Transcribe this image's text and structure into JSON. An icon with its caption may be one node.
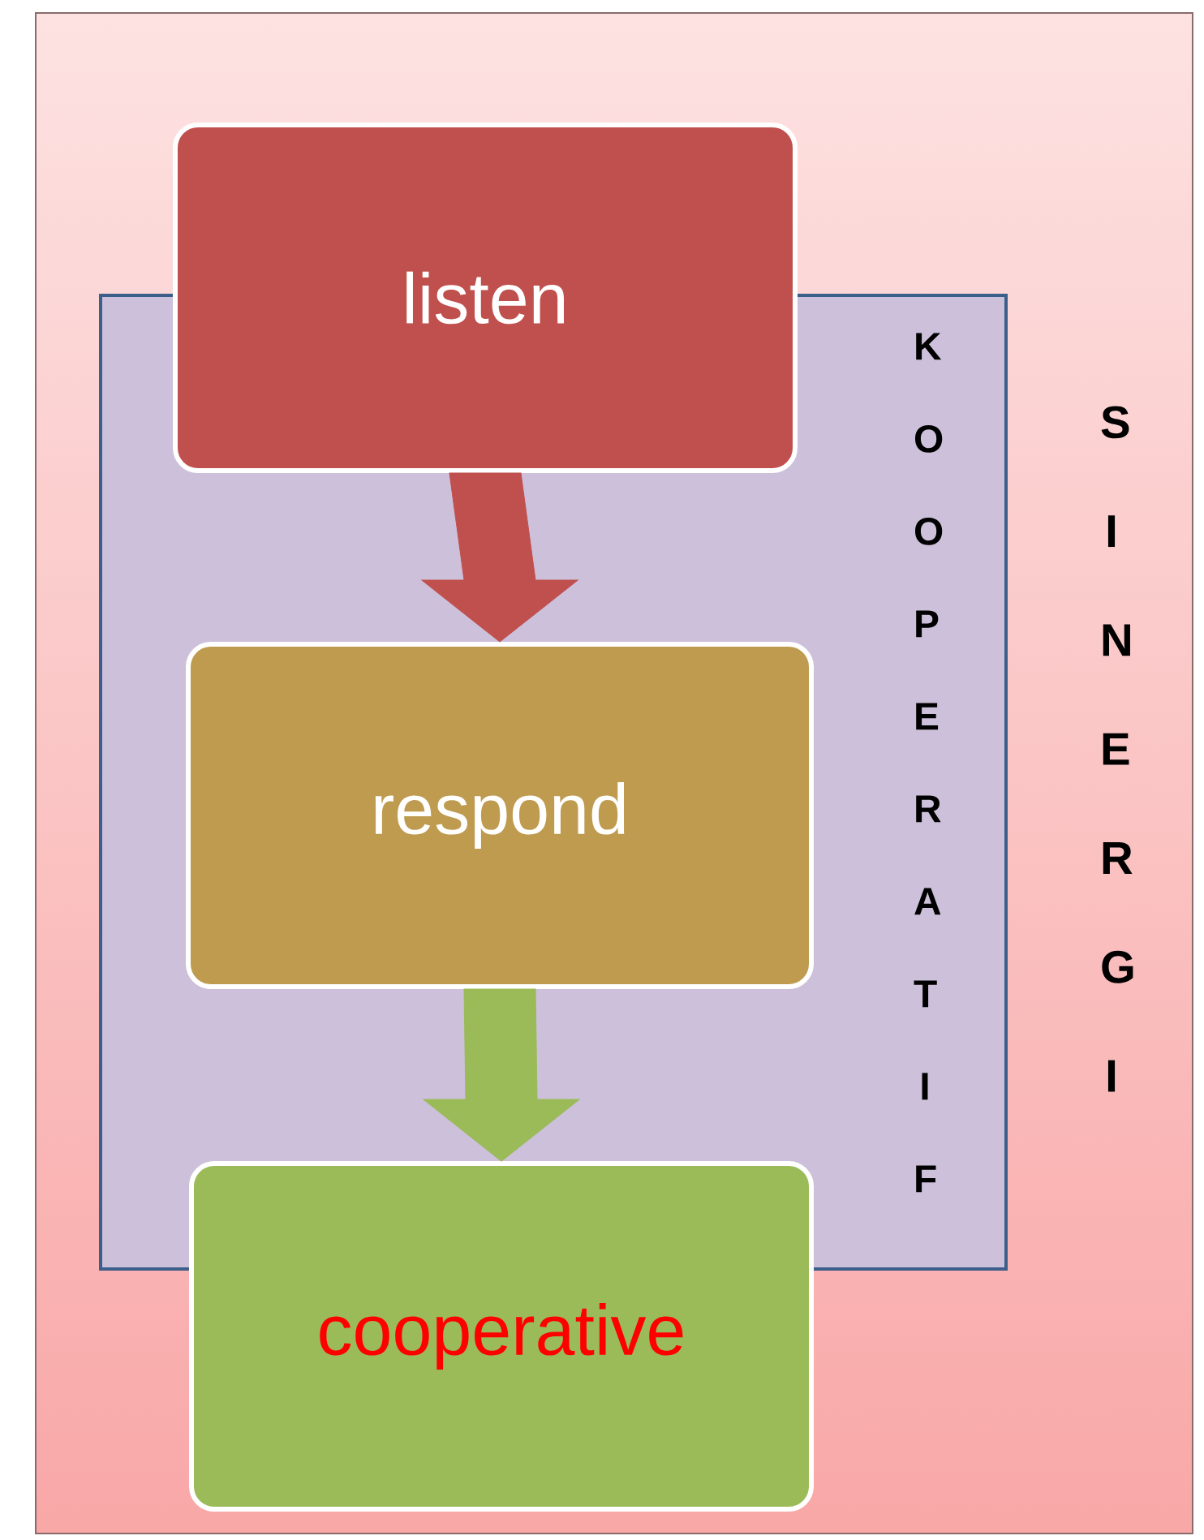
{
  "diagram": {
    "nodes": [
      {
        "text": [
          "SINERGI"
        ]
      },
      {
        "text": [
          "KOOPERATIF"
        ],
        "in": 0
      },
      {
        "text": [
          "listen"
        ],
        "in": 0
      },
      {
        "text": [
          "respond"
        ],
        "in": 1
      },
      {
        "text": [
          "cooperative"
        ],
        "in": 0
      }
    ],
    "edges": [
      {
        "from": 2,
        "to": 3,
        "arrow": "to",
        "style": "thick",
        "color": "#c0504d"
      },
      {
        "from": 3,
        "to": 4,
        "arrow": "to",
        "style": "thick",
        "color": "#9bbb59"
      }
    ]
  }
}
